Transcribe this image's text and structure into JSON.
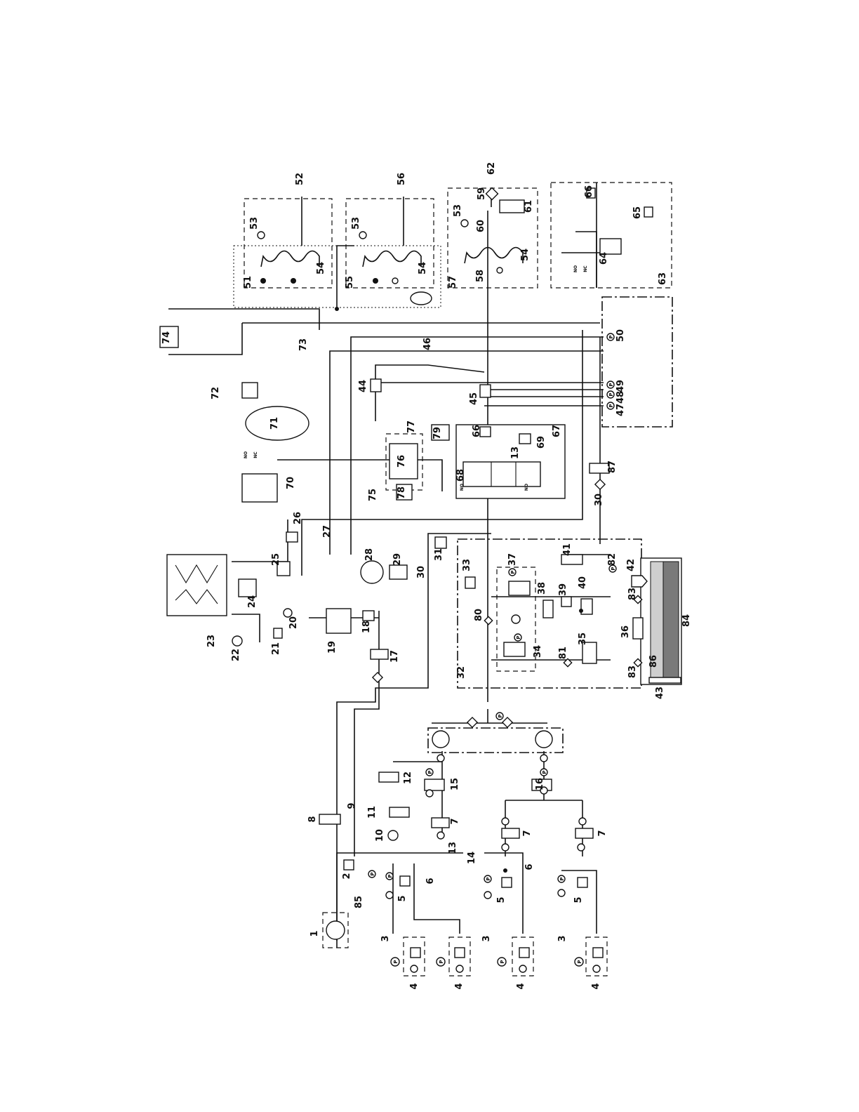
{
  "diagram": {
    "component_labels": [
      {
        "id": "l1",
        "text": "1"
      },
      {
        "id": "l2",
        "text": "2"
      },
      {
        "id": "l3a",
        "text": "3"
      },
      {
        "id": "l3b",
        "text": "3"
      },
      {
        "id": "l3c",
        "text": "3"
      },
      {
        "id": "l4a",
        "text": "4"
      },
      {
        "id": "l4b",
        "text": "4"
      },
      {
        "id": "l4c",
        "text": "4"
      },
      {
        "id": "l4d",
        "text": "4"
      },
      {
        "id": "l5a",
        "text": "5"
      },
      {
        "id": "l5b",
        "text": "5"
      },
      {
        "id": "l5c",
        "text": "5"
      },
      {
        "id": "l6a",
        "text": "6"
      },
      {
        "id": "l6b",
        "text": "6"
      },
      {
        "id": "l7a",
        "text": "7"
      },
      {
        "id": "l7b",
        "text": "7"
      },
      {
        "id": "l7c",
        "text": "7"
      },
      {
        "id": "l8",
        "text": "8"
      },
      {
        "id": "l9",
        "text": "9"
      },
      {
        "id": "l10",
        "text": "10"
      },
      {
        "id": "l11",
        "text": "11"
      },
      {
        "id": "l12",
        "text": "12"
      },
      {
        "id": "l13a",
        "text": "13"
      },
      {
        "id": "l13b",
        "text": "13"
      },
      {
        "id": "l14",
        "text": "14"
      },
      {
        "id": "l15",
        "text": "15"
      },
      {
        "id": "l16",
        "text": "16"
      },
      {
        "id": "l17",
        "text": "17"
      },
      {
        "id": "l18",
        "text": "18"
      },
      {
        "id": "l19",
        "text": "19"
      },
      {
        "id": "l20",
        "text": "20"
      },
      {
        "id": "l21",
        "text": "21"
      },
      {
        "id": "l22",
        "text": "22"
      },
      {
        "id": "l23",
        "text": "23"
      },
      {
        "id": "l24",
        "text": "24"
      },
      {
        "id": "l25",
        "text": "25"
      },
      {
        "id": "l26",
        "text": "26"
      },
      {
        "id": "l27",
        "text": "27"
      },
      {
        "id": "l28",
        "text": "28"
      },
      {
        "id": "l29",
        "text": "29"
      },
      {
        "id": "l30a",
        "text": "30"
      },
      {
        "id": "l30b",
        "text": "30"
      },
      {
        "id": "l31",
        "text": "31"
      },
      {
        "id": "l32",
        "text": "32"
      },
      {
        "id": "l33",
        "text": "33"
      },
      {
        "id": "l34",
        "text": "34"
      },
      {
        "id": "l35",
        "text": "35"
      },
      {
        "id": "l36",
        "text": "36"
      },
      {
        "id": "l37",
        "text": "37"
      },
      {
        "id": "l38",
        "text": "38"
      },
      {
        "id": "l39",
        "text": "39"
      },
      {
        "id": "l40",
        "text": "40"
      },
      {
        "id": "l41",
        "text": "41"
      },
      {
        "id": "l42",
        "text": "42"
      },
      {
        "id": "l43",
        "text": "43"
      },
      {
        "id": "l44",
        "text": "44"
      },
      {
        "id": "l45",
        "text": "45"
      },
      {
        "id": "l46",
        "text": "46"
      },
      {
        "id": "l47",
        "text": "47"
      },
      {
        "id": "l48",
        "text": "48"
      },
      {
        "id": "l49",
        "text": "49"
      },
      {
        "id": "l50",
        "text": "50"
      },
      {
        "id": "l51",
        "text": "51"
      },
      {
        "id": "l52",
        "text": "52"
      },
      {
        "id": "l53a",
        "text": "53"
      },
      {
        "id": "l53b",
        "text": "53"
      },
      {
        "id": "l53c",
        "text": "53"
      },
      {
        "id": "l54a",
        "text": "54"
      },
      {
        "id": "l54b",
        "text": "54"
      },
      {
        "id": "l54c",
        "text": "54"
      },
      {
        "id": "l55",
        "text": "55"
      },
      {
        "id": "l56",
        "text": "56"
      },
      {
        "id": "l57",
        "text": "57"
      },
      {
        "id": "l58",
        "text": "58"
      },
      {
        "id": "l59",
        "text": "59"
      },
      {
        "id": "l60",
        "text": "60"
      },
      {
        "id": "l61",
        "text": "61"
      },
      {
        "id": "l62",
        "text": "62"
      },
      {
        "id": "l63",
        "text": "63"
      },
      {
        "id": "l64",
        "text": "64"
      },
      {
        "id": "l65",
        "text": "65"
      },
      {
        "id": "l66a",
        "text": "66"
      },
      {
        "id": "l66b",
        "text": "66"
      },
      {
        "id": "l67",
        "text": "67"
      },
      {
        "id": "l68",
        "text": "68"
      },
      {
        "id": "l69",
        "text": "69"
      },
      {
        "id": "l70",
        "text": "70"
      },
      {
        "id": "l71",
        "text": "71"
      },
      {
        "id": "l72",
        "text": "72"
      },
      {
        "id": "l73",
        "text": "73"
      },
      {
        "id": "l74",
        "text": "74"
      },
      {
        "id": "l75",
        "text": "75"
      },
      {
        "id": "l76",
        "text": "76"
      },
      {
        "id": "l77",
        "text": "77"
      },
      {
        "id": "l78",
        "text": "78"
      },
      {
        "id": "l79",
        "text": "79"
      },
      {
        "id": "l80",
        "text": "80"
      },
      {
        "id": "l81",
        "text": "81"
      },
      {
        "id": "l82",
        "text": "82"
      },
      {
        "id": "l83a",
        "text": "83"
      },
      {
        "id": "l83b",
        "text": "83"
      },
      {
        "id": "l84",
        "text": "84"
      },
      {
        "id": "l85",
        "text": "85"
      },
      {
        "id": "l86",
        "text": "86"
      },
      {
        "id": "l87",
        "text": "87"
      }
    ],
    "gauge_symbol": "P",
    "switch_no_label": "NO",
    "switch_nc_label": "NC"
  }
}
